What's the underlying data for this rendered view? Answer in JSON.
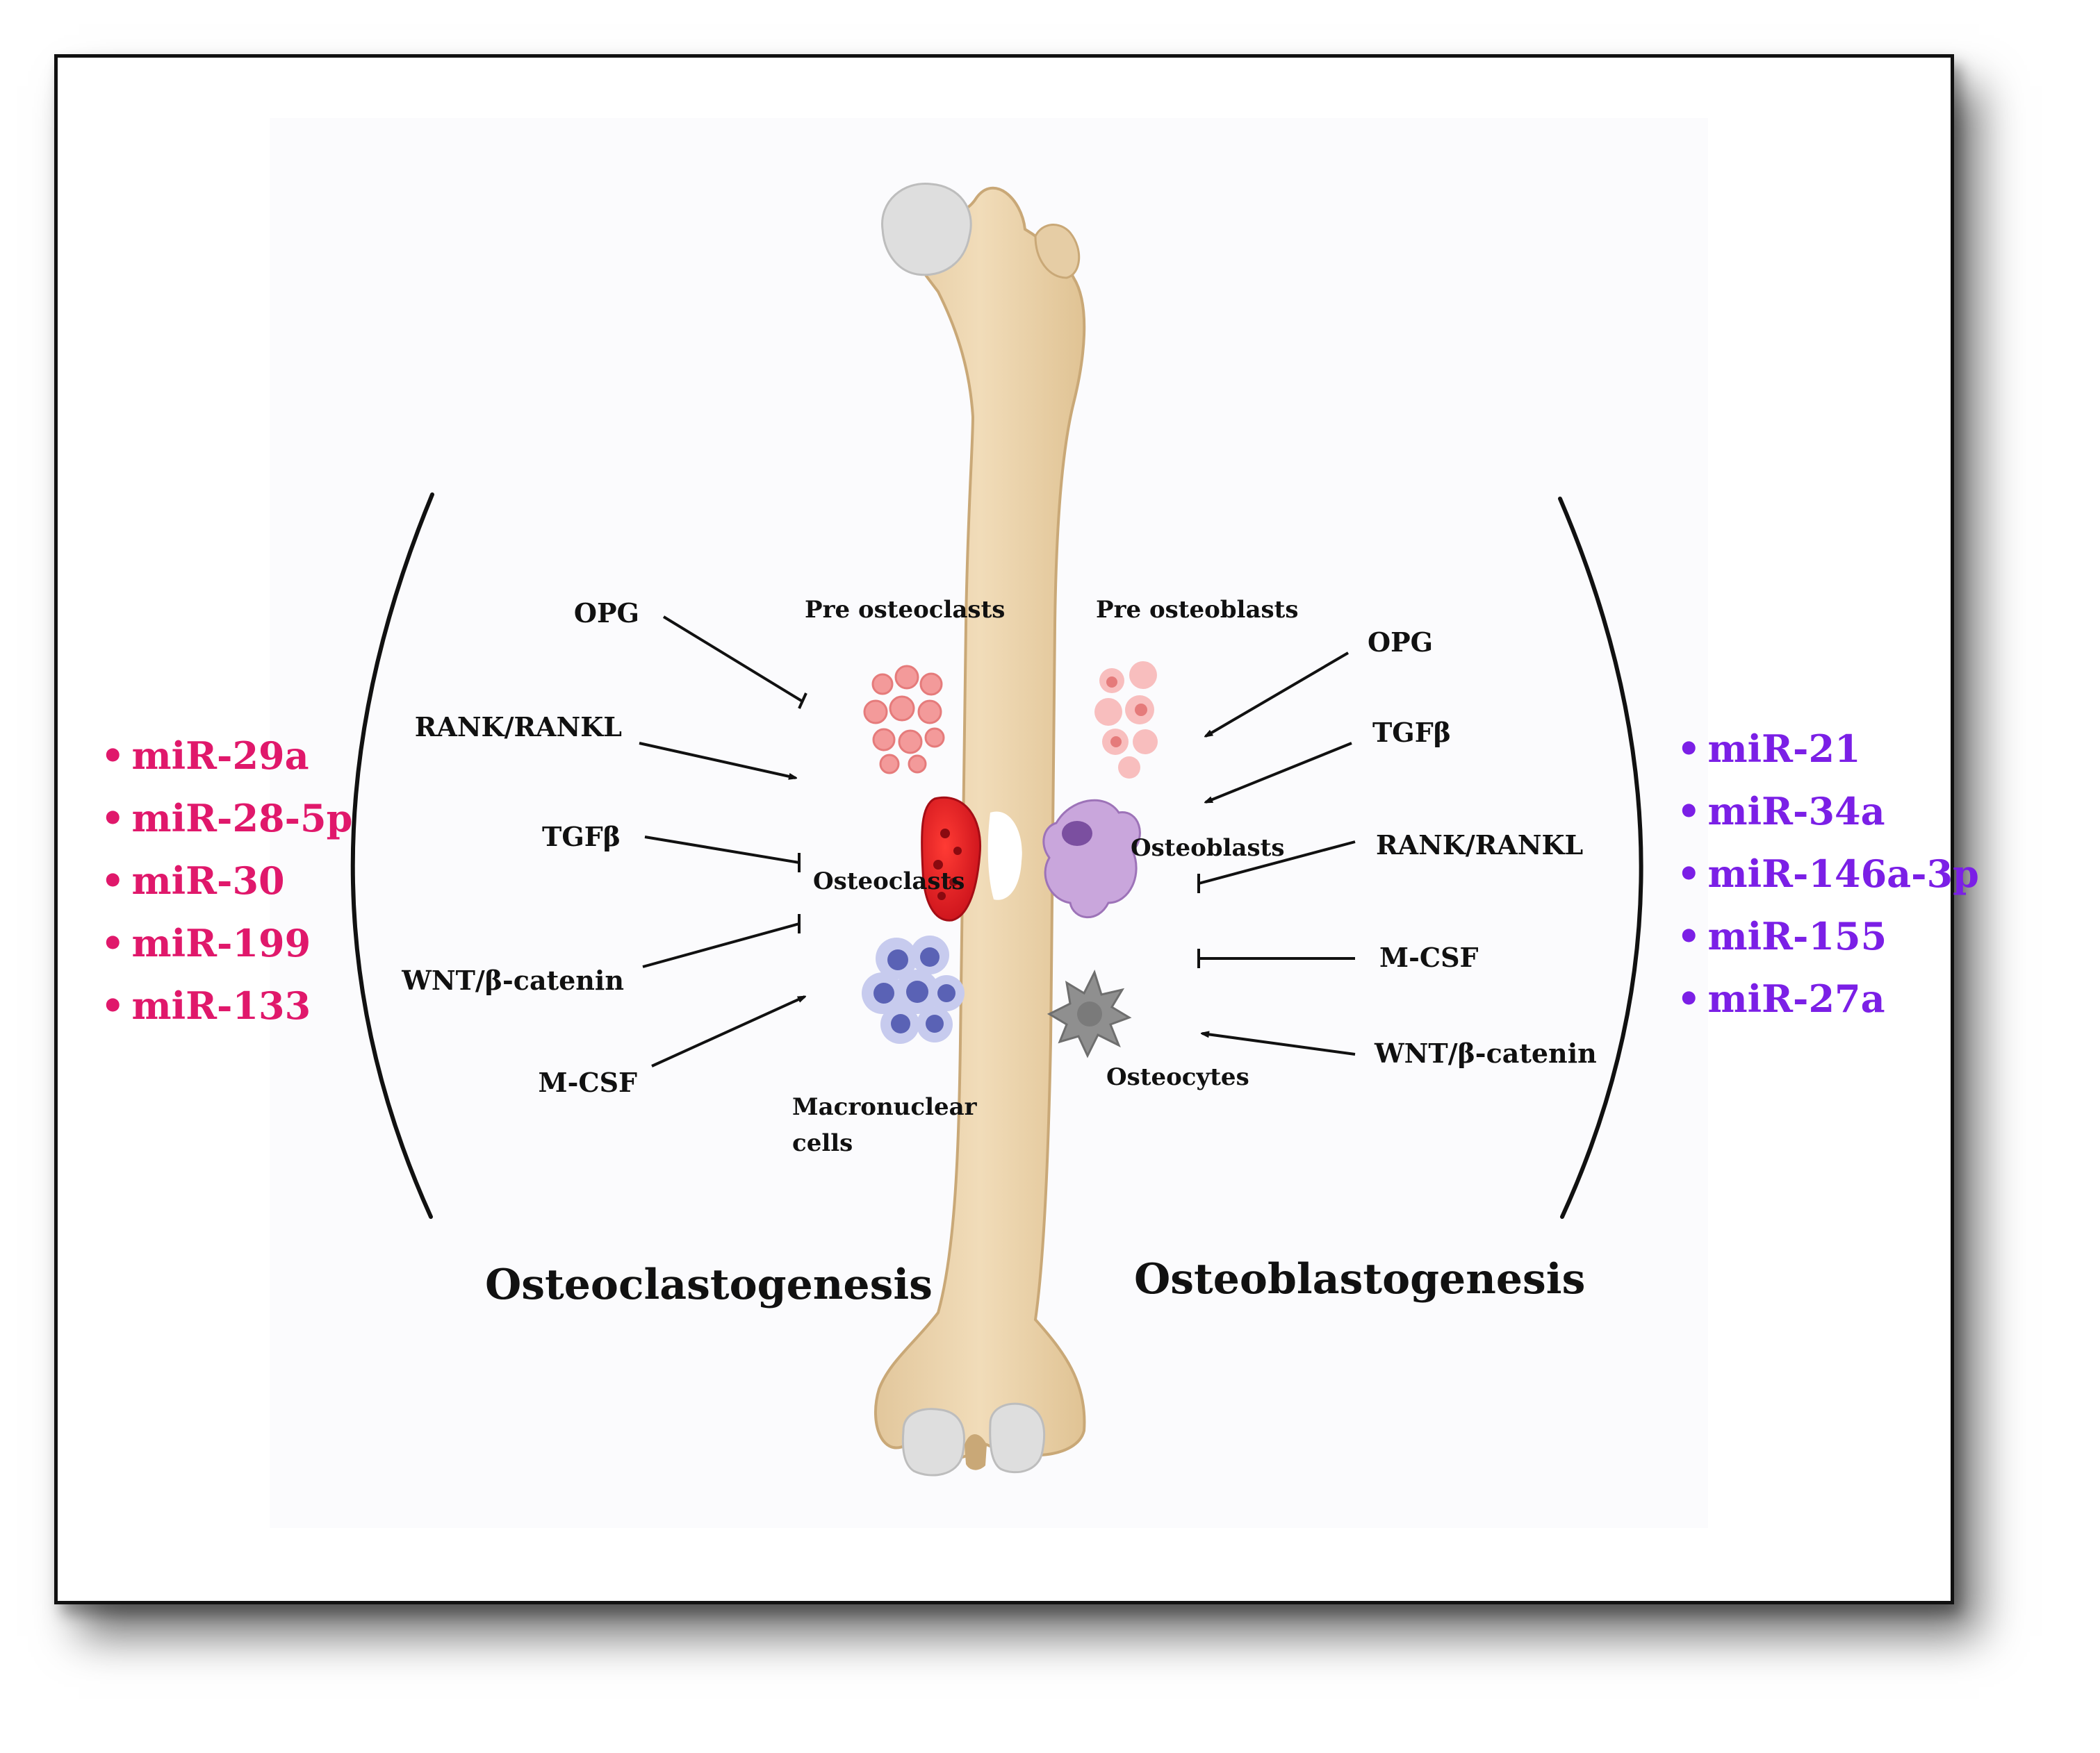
{
  "left": {
    "heading": "Osteoclastogenesis",
    "regulators": [
      "OPG",
      "RANK/RANKL",
      "TGFβ",
      "WNT/β-catenin",
      "M-CSF"
    ],
    "cells": {
      "pre": "Pre osteoclasts",
      "main": "Osteoclasts",
      "macro_line1": "Macronuclear",
      "macro_line2": "cells"
    },
    "mirnas": [
      "miR-29a",
      "miR-28-5p",
      "miR-30",
      "miR-199",
      "miR-133"
    ],
    "mirna_color": "#e0186b"
  },
  "right": {
    "heading": "Osteoblastogenesis",
    "regulators": [
      "OPG",
      "TGFβ",
      "RANK/RANKL",
      "M-CSF",
      "WNT/β-catenin"
    ],
    "cells": {
      "pre": "Pre osteoblasts",
      "main": "Osteoblasts",
      "osteocytes": "Osteocytes"
    },
    "mirnas": [
      "miR-21",
      "miR-34a",
      "miR-146a-3p",
      "miR-155",
      "miR-27a"
    ],
    "mirna_color": "#7b1fe6"
  },
  "colors": {
    "bone": "#ecd4ad",
    "bone_edge": "#c9a877",
    "cartilage": "#dedede",
    "osteoclast": "#e4191b",
    "pre_cell": "#f39a9a",
    "macro_cell": "#5a62b5",
    "osteoblast": "#b98fcf",
    "osteocyte": "#8f8f8f"
  }
}
